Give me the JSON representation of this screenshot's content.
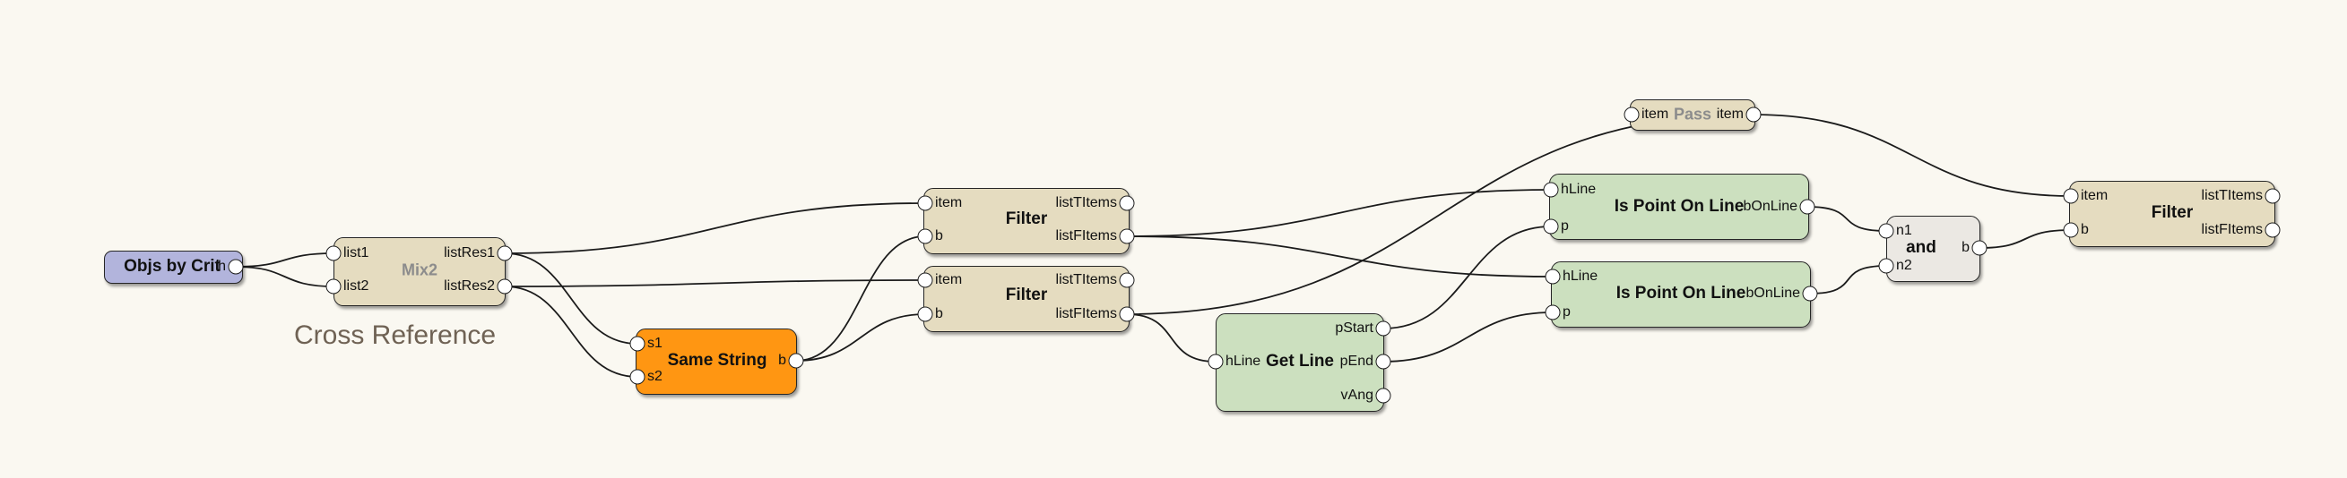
{
  "caption": "Cross Reference",
  "colors": {
    "background": "#faf8f1",
    "node_beige": "#e5dcc0",
    "node_green": "#cce0bf",
    "node_orange": "#ff9612",
    "node_blue": "#b2b4dc",
    "node_gray": "#ebe8e3",
    "wire": "#1b1b1b"
  },
  "nodes": {
    "objs": {
      "title": "Objs by Crit",
      "outputs": [
        "h"
      ]
    },
    "mix2": {
      "title": "Mix2",
      "inputs": [
        "list1",
        "list2"
      ],
      "outputs": [
        "listRes1",
        "listRes2"
      ]
    },
    "same": {
      "title": "Same String",
      "inputs": [
        "s1",
        "s2"
      ],
      "outputs": [
        "b"
      ]
    },
    "filter1": {
      "title": "Filter",
      "inputs": [
        "item",
        "b"
      ],
      "outputs": [
        "listTItems",
        "listFItems"
      ]
    },
    "filter2": {
      "title": "Filter",
      "inputs": [
        "item",
        "b"
      ],
      "outputs": [
        "listTItems",
        "listFItems"
      ]
    },
    "getline": {
      "title": "Get Line",
      "inputs": [
        "hLine"
      ],
      "outputs": [
        "pStart",
        "pEnd",
        "vAng"
      ]
    },
    "pass": {
      "title": "Pass",
      "inputs": [
        "item"
      ],
      "outputs": [
        "item"
      ]
    },
    "ispol1": {
      "title": "Is Point On Line",
      "inputs": [
        "hLine",
        "p"
      ],
      "outputs": [
        "bOnLine"
      ]
    },
    "ispol2": {
      "title": "Is Point On Line",
      "inputs": [
        "hLine",
        "p"
      ],
      "outputs": [
        "bOnLine"
      ]
    },
    "and": {
      "title": "and",
      "inputs": [
        "n1",
        "n2"
      ],
      "outputs": [
        "b"
      ]
    },
    "filter3": {
      "title": "Filter",
      "inputs": [
        "item",
        "b"
      ],
      "outputs": [
        "listTItems",
        "listFItems"
      ]
    }
  },
  "connections": [
    {
      "from": "objs.h",
      "to": "mix2.list1"
    },
    {
      "from": "objs.h",
      "to": "mix2.list2"
    },
    {
      "from": "mix2.listRes1",
      "to": "filter1.item"
    },
    {
      "from": "mix2.listRes1",
      "to": "same.s1"
    },
    {
      "from": "mix2.listRes2",
      "to": "same.s2"
    },
    {
      "from": "mix2.listRes2",
      "to": "filter2.item"
    },
    {
      "from": "same.b",
      "to": "filter1.b"
    },
    {
      "from": "same.b",
      "to": "filter2.b"
    },
    {
      "from": "filter1.listFItems",
      "to": "ispol1.hLine"
    },
    {
      "from": "filter1.listFItems",
      "to": "ispol2.hLine"
    },
    {
      "from": "filter2.listFItems",
      "to": "pass.item"
    },
    {
      "from": "filter2.listFItems",
      "to": "getline.hLine"
    },
    {
      "from": "getline.pStart",
      "to": "ispol1.p"
    },
    {
      "from": "getline.pEnd",
      "to": "ispol2.p"
    },
    {
      "from": "ispol1.bOnLine",
      "to": "and.n1"
    },
    {
      "from": "ispol2.bOnLine",
      "to": "and.n2"
    },
    {
      "from": "pass.item",
      "to": "filter3.item"
    },
    {
      "from": "and.b",
      "to": "filter3.b"
    }
  ]
}
